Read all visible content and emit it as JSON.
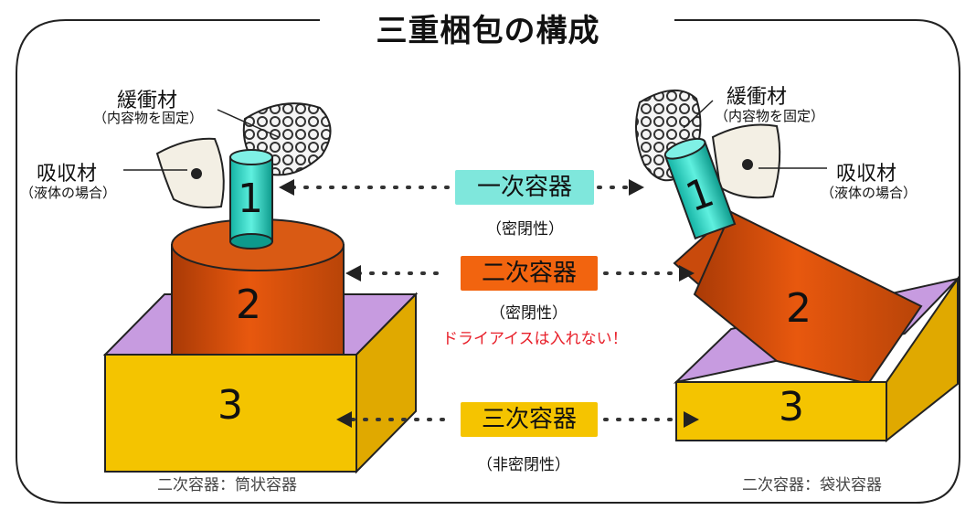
{
  "title": "三重梱包の構成",
  "left": {
    "cushion": {
      "label": "緩衝材",
      "sub": "（内容物を固定）"
    },
    "absorbent": {
      "label": "吸収材",
      "sub": "（液体の場合）"
    },
    "numbers": [
      "1",
      "2",
      "3"
    ],
    "caption": "二次容器：筒状容器"
  },
  "right": {
    "cushion": {
      "label": "緩衝材",
      "sub": "（内容物を固定）"
    },
    "absorbent": {
      "label": "吸収材",
      "sub": "（液体の場合）"
    },
    "numbers": [
      "1",
      "2",
      "3"
    ],
    "caption": "二次容器：袋状容器"
  },
  "center": {
    "primary": {
      "label": "一次容器",
      "sub": "（密閉性）",
      "color": "#7fe7dc"
    },
    "secondary": {
      "label": "二次容器",
      "sub": "（密閉性）",
      "note": "ドライアイスは入れない！",
      "color": "#f2640f"
    },
    "tertiary": {
      "label": "三次容器",
      "sub": "（非密閉性）",
      "color": "#f5c400"
    }
  },
  "colors": {
    "teal": "#3fd3c5",
    "orange": "#e8580e",
    "yellow": "#f4c400",
    "lavender": "#c79be0",
    "paper": "#f3efe4"
  }
}
